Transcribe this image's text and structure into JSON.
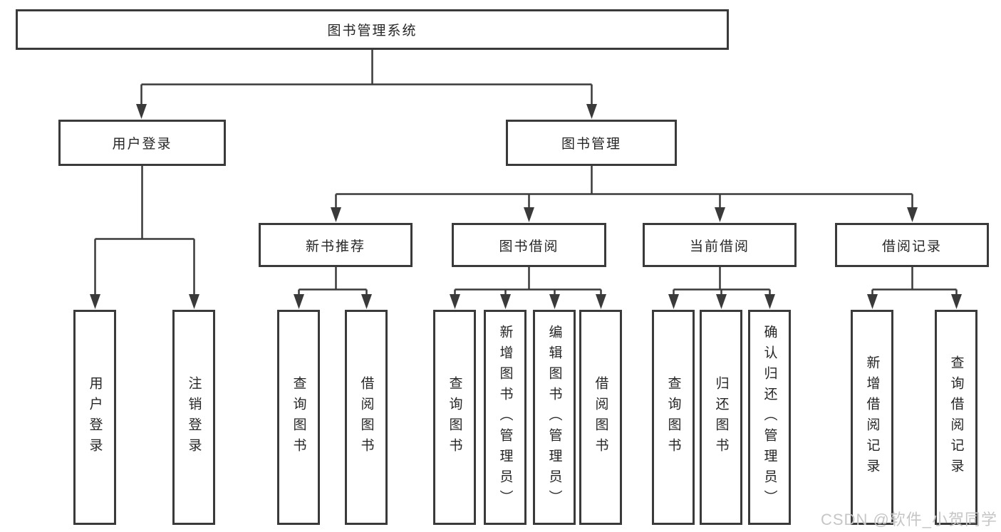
{
  "diagram_title": "图书管理系统",
  "nodes": {
    "root": {
      "id": "library-management-system",
      "label": "图书管理系统"
    },
    "level2": [
      {
        "id": "user-login",
        "label": "用户登录",
        "parent": "图书管理系统"
      },
      {
        "id": "book-management",
        "label": "图书管理",
        "parent": "图书管理系统"
      }
    ],
    "level3": [
      {
        "id": "new-book-recommend",
        "label": "新书推荐",
        "parent": "图书管理"
      },
      {
        "id": "book-borrowing",
        "label": "图书借阅",
        "parent": "图书管理"
      },
      {
        "id": "current-borrowing",
        "label": "当前借阅",
        "parent": "图书管理"
      },
      {
        "id": "borrowing-records",
        "label": "借阅记录",
        "parent": "图书管理"
      }
    ],
    "leaves": [
      {
        "id": "user-login-leaf",
        "label": "用户登录",
        "parent": "用户登录"
      },
      {
        "id": "logout",
        "label": "注销登录",
        "parent": "用户登录"
      },
      {
        "id": "query-books-recommend",
        "label": "查询图书",
        "parent": "新书推荐"
      },
      {
        "id": "borrow-books-recommend",
        "label": "借阅图书",
        "parent": "新书推荐"
      },
      {
        "id": "query-books-borrowing",
        "label": "查询图书",
        "parent": "图书借阅"
      },
      {
        "id": "add-books-admin",
        "label": "新增图书（管理员）",
        "parent": "图书借阅"
      },
      {
        "id": "edit-books-admin",
        "label": "编辑图书（管理员）",
        "parent": "图书借阅"
      },
      {
        "id": "borrow-books-borrowing",
        "label": "借阅图书",
        "parent": "图书借阅"
      },
      {
        "id": "query-books-current",
        "label": "查询图书",
        "parent": "当前借阅"
      },
      {
        "id": "return-books",
        "label": "归还图书",
        "parent": "当前借阅"
      },
      {
        "id": "confirm-return-admin",
        "label": "确认归还（管理员）",
        "parent": "当前借阅"
      },
      {
        "id": "add-borrow-record",
        "label": "新增借阅记录",
        "parent": "借阅记录"
      },
      {
        "id": "query-borrow-record",
        "label": "查询借阅记录",
        "parent": "借阅记录"
      }
    ]
  },
  "watermark": {
    "text": "CSDN @软件_小贺同学"
  },
  "colors": {
    "line": "#3a3a3a",
    "text": "#262626",
    "watermark": "#c6c6c6",
    "background": "#ffffff"
  }
}
